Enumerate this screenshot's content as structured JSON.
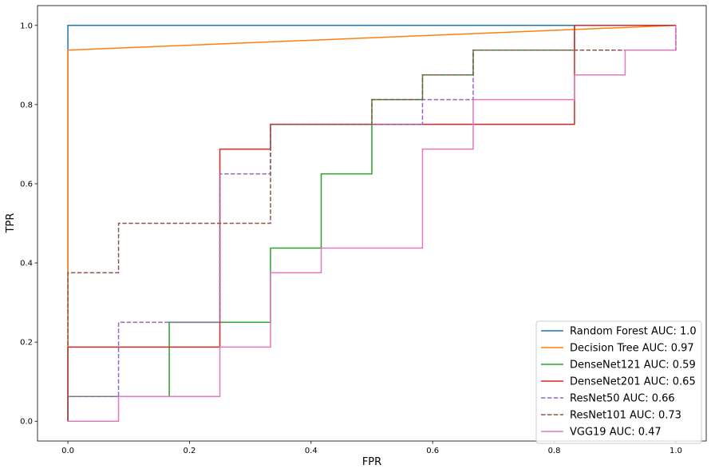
{
  "chart_data": {
    "type": "line",
    "title": "",
    "xlabel": "FPR",
    "ylabel": "TPR",
    "xlim": [
      -0.05,
      1.05
    ],
    "ylim": [
      -0.05,
      1.05
    ],
    "xticks": [
      0.0,
      0.2,
      0.4,
      0.6,
      0.8,
      1.0
    ],
    "yticks": [
      0.0,
      0.2,
      0.4,
      0.6,
      0.8,
      1.0
    ],
    "xtick_labels": [
      "0.0",
      "0.2",
      "0.4",
      "0.6",
      "0.8",
      "1.0"
    ],
    "ytick_labels": [
      "0.0",
      "0.2",
      "0.4",
      "0.6",
      "0.8",
      "1.0"
    ],
    "grid": false,
    "legend_position": "bottom-right",
    "series": [
      {
        "name": "Random Forest AUC: 1.0",
        "color": "#1f77b4",
        "dashed": false,
        "x": [
          0,
          0,
          0,
          0.75,
          0.75,
          1.0
        ],
        "y": [
          0,
          0.0625,
          1.0,
          1.0,
          1.0,
          1.0
        ]
      },
      {
        "name": "Decision Tree AUC: 0.97",
        "color": "#ff7f0e",
        "dashed": false,
        "x": [
          0,
          0,
          1.0
        ],
        "y": [
          0,
          0.9375,
          1.0
        ]
      },
      {
        "name": "DenseNet121 AUC: 0.59",
        "color": "#2ca02c",
        "dashed": false,
        "x": [
          0,
          0,
          0.1667,
          0.1667,
          0.3333,
          0.3333,
          0.4167,
          0.4167,
          0.5,
          0.5,
          0.5833,
          0.5833,
          0.6667,
          0.6667,
          0.8333,
          0.8333,
          1.0,
          1.0
        ],
        "y": [
          0,
          0.0625,
          0.0625,
          0.25,
          0.25,
          0.4375,
          0.4375,
          0.625,
          0.625,
          0.8125,
          0.8125,
          0.875,
          0.875,
          0.9375,
          0.9375,
          1.0,
          1.0,
          1.0
        ]
      },
      {
        "name": "DenseNet201 AUC: 0.65",
        "color": "#d62728",
        "dashed": false,
        "x": [
          0,
          0,
          0.25,
          0.25,
          0.3333,
          0.3333,
          0.8333,
          0.8333,
          1.0,
          1.0
        ],
        "y": [
          0,
          0.1875,
          0.1875,
          0.6875,
          0.6875,
          0.75,
          0.75,
          1.0,
          1.0,
          1.0
        ]
      },
      {
        "name": "ResNet50 AUC: 0.66",
        "color": "#9467bd",
        "dashed": true,
        "x": [
          0,
          0,
          0.0833,
          0.0833,
          0.25,
          0.25,
          0.3333,
          0.3333,
          0.5833,
          0.5833,
          0.6667,
          0.6667,
          1.0,
          1.0
        ],
        "y": [
          0,
          0.0625,
          0.0625,
          0.25,
          0.25,
          0.625,
          0.625,
          0.75,
          0.75,
          0.8125,
          0.8125,
          0.9375,
          0.9375,
          1.0
        ]
      },
      {
        "name": "ResNet101 AUC: 0.73",
        "color": "#8c564b",
        "dashed": true,
        "x": [
          0,
          0,
          0.0833,
          0.0833,
          0.3333,
          0.3333,
          0.5,
          0.5,
          0.5833,
          0.5833,
          0.6667,
          0.6667,
          1.0,
          1.0
        ],
        "y": [
          0,
          0.375,
          0.375,
          0.5,
          0.5,
          0.75,
          0.75,
          0.8125,
          0.8125,
          0.875,
          0.875,
          0.9375,
          0.9375,
          1.0
        ]
      },
      {
        "name": "VGG19 AUC: 0.47",
        "color": "#e377c2",
        "dashed": false,
        "x": [
          0,
          0.0833,
          0.0833,
          0.25,
          0.25,
          0.3333,
          0.3333,
          0.4167,
          0.4167,
          0.5833,
          0.5833,
          0.6667,
          0.6667,
          0.8333,
          0.8333,
          0.9167,
          0.9167,
          1.0,
          1.0
        ],
        "y": [
          0,
          0,
          0.0625,
          0.0625,
          0.1875,
          0.1875,
          0.375,
          0.375,
          0.4375,
          0.4375,
          0.6875,
          0.6875,
          0.8125,
          0.8125,
          0.875,
          0.875,
          0.9375,
          0.9375,
          1.0
        ]
      }
    ]
  }
}
